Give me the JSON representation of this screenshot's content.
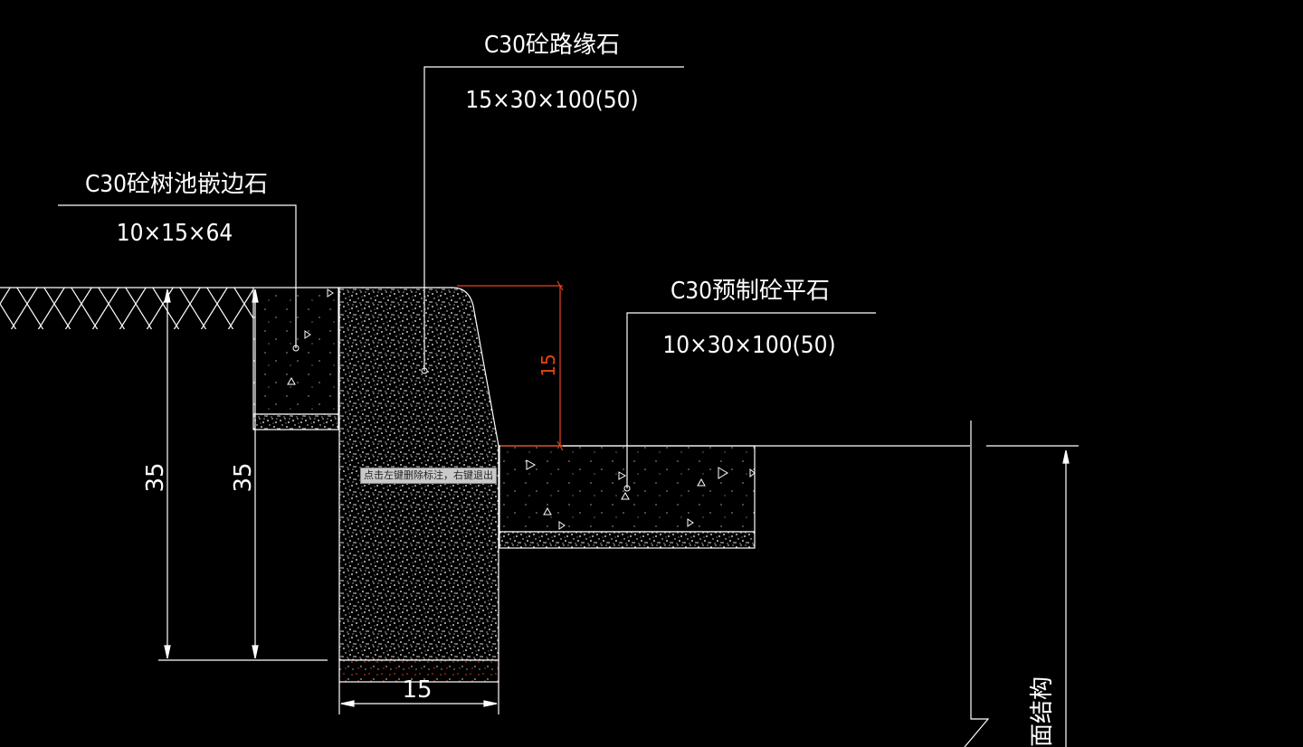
{
  "labels": {
    "curb_title": "C30砼路缘石",
    "curb_size": "15×30×100(50)",
    "tree_title": "C30砼树池嵌边石",
    "tree_size": "10×15×64",
    "flat_title": "C30预制砼平石",
    "flat_size": "10×30×100(50)",
    "structure_text": "面结构"
  },
  "dimensions": {
    "curb_height": "15",
    "left_depth_1": "35",
    "left_depth_2": "35",
    "bottom_width": "15"
  },
  "tooltip": "点击左键删除标注，右键退出",
  "colors": {
    "background": "#000000",
    "line": "#ffffff",
    "highlight": "#e8431a"
  }
}
